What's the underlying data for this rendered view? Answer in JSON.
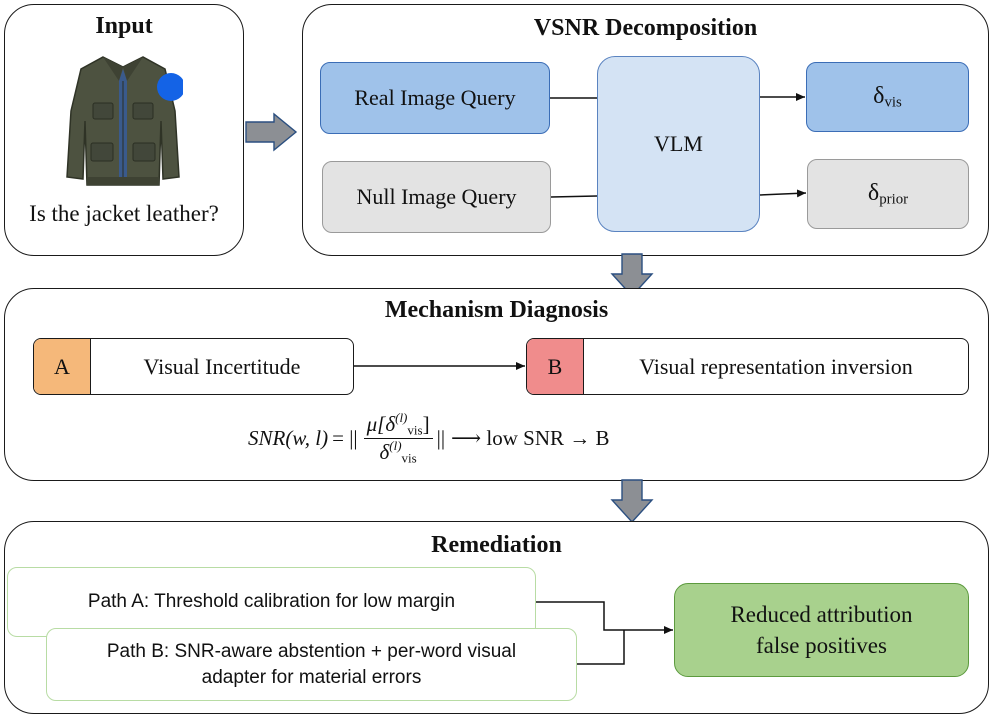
{
  "input": {
    "title": "Input",
    "question": "Is the jacket leather?"
  },
  "vsnr": {
    "title": "VSNR Decomposition",
    "real_query": "Real Image Query",
    "null_query": "Null Image Query",
    "model": "VLM",
    "delta_symbol": "δ",
    "vis_sub": "vis",
    "prior_sub": "prior"
  },
  "mechanism": {
    "title": "Mechanism Diagnosis",
    "a_tag": "A",
    "a_label": "Visual Incertitude",
    "b_tag": "B",
    "b_label": "Visual representation inversion",
    "formula": {
      "lhs": "SNR(w, l)",
      "equals": "= ||",
      "numerator_mu": "μ[δ",
      "numerator_close": "]",
      "denominator": "δ",
      "sub": "vis",
      "sup": "(l)",
      "close": "||",
      "tail": "⟶ low SNR → B"
    }
  },
  "remediation": {
    "title": "Remediation",
    "path_a": "Path A: Threshold calibration for low margin",
    "path_b_line1": "Path B: SNR-aware abstention + per-word visual",
    "path_b_line2": "adapter for material errors",
    "result_line1": "Reduced attribution",
    "result_line2": "false positives"
  },
  "colors": {
    "blue_fill": "#9fc2ea",
    "light_blue": "#d4e3f4",
    "gray_fill": "#e3e3e3",
    "orange_tag": "#f5b87a",
    "red_tag": "#f08c8c",
    "green_fill": "#a8d18d",
    "arrow_gray": "#8c8f94",
    "marker_blue": "#1463e6"
  }
}
